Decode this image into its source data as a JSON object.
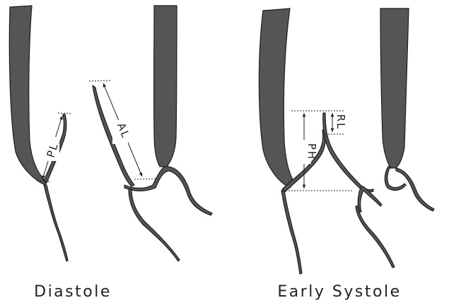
{
  "panels": {
    "diastole": {
      "caption": "Diastole",
      "labels": {
        "posterior_length": "PL",
        "anterior_length": "AL"
      }
    },
    "early_systole": {
      "caption": "Early Systole",
      "labels": {
        "prolapse_height": "PH",
        "residual_length": "RL"
      }
    }
  },
  "colors": {
    "tissue": "#555555",
    "outline": "#1e1e1e",
    "annotation": "#222222",
    "background": "#ffffff"
  }
}
